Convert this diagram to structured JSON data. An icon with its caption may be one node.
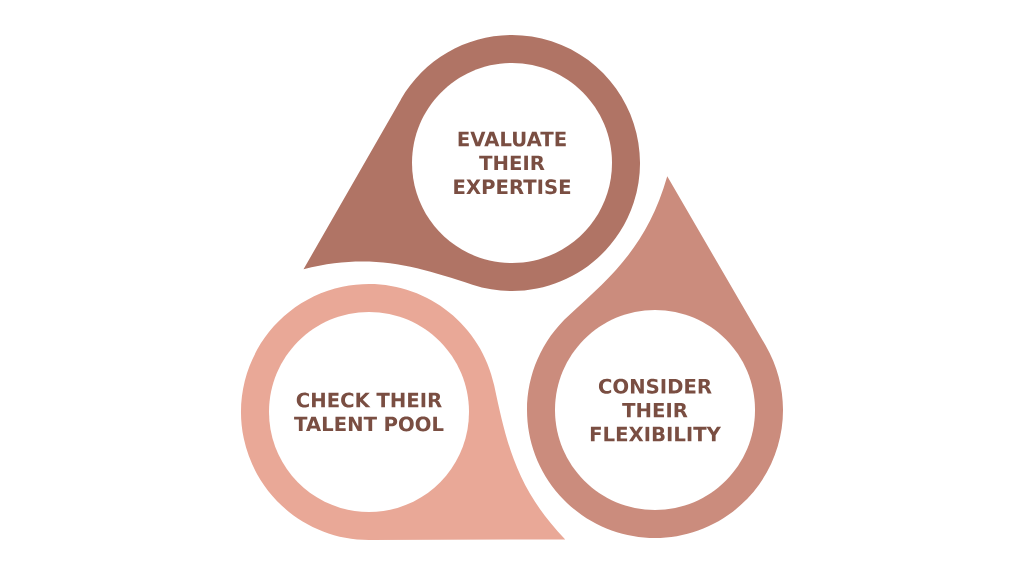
{
  "diagram": {
    "nodes": [
      {
        "text": [
          "EVALUATE THEIR EXPERTISE"
        ]
      },
      {
        "text": [
          "CHECK THEIR TALENT POOL"
        ]
      },
      {
        "text": [
          "CONSIDER THEIR FLEXIBILITY"
        ]
      }
    ]
  }
}
